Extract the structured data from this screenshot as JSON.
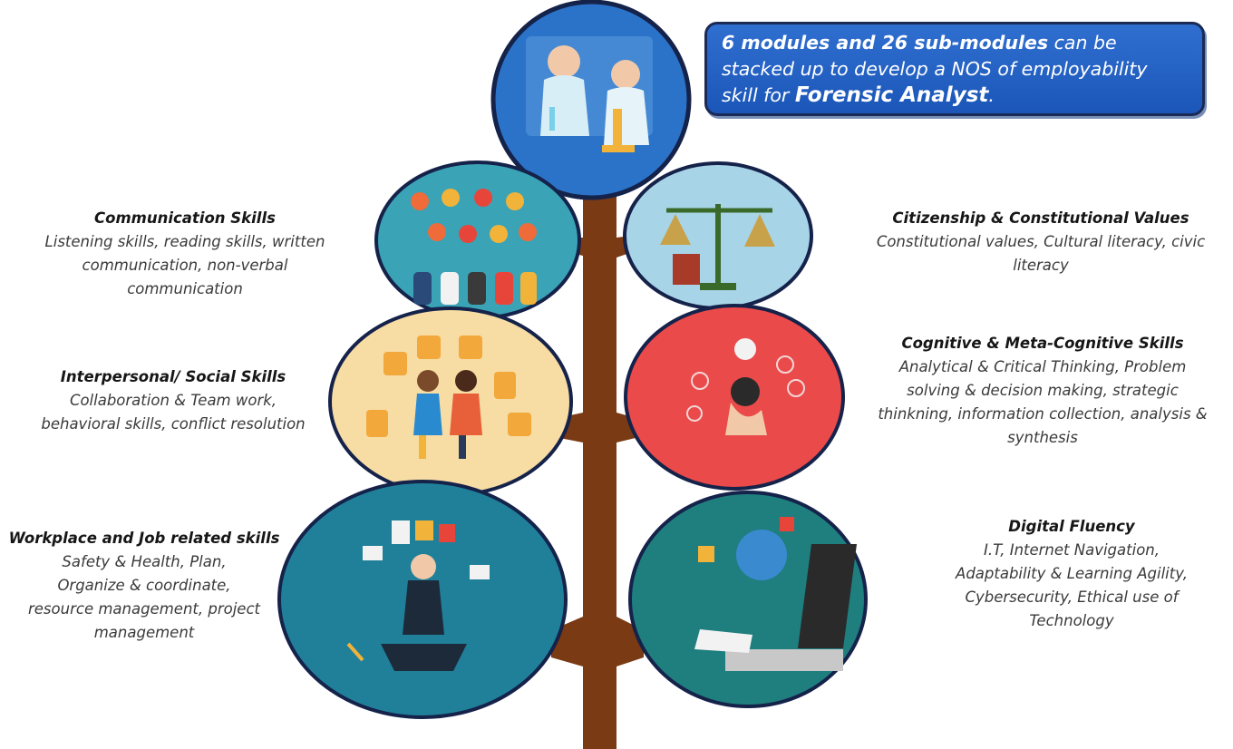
{
  "callout": {
    "bold_part": "6 modules and 26 sub-modules",
    "text_part": " can be stacked up to develop a NOS of employability skill for ",
    "role": "Forensic Analyst",
    "end": "."
  },
  "modules": {
    "communication": {
      "title": "Communication Skills",
      "lines": [
        "Listening skills, reading skills, written",
        "communication, non-verbal",
        "communication"
      ]
    },
    "interpersonal": {
      "title": "Interpersonal/ Social Skills",
      "lines": [
        "Collaboration & Team work,",
        "behavioral skills, conflict resolution"
      ]
    },
    "workplace": {
      "title": "Workplace and Job related skills",
      "lines": [
        "Safety & Health, Plan,",
        "Organize & coordinate,",
        "resource management, project",
        "management"
      ]
    },
    "citizenship": {
      "title": "Citizenship & Constitutional Values",
      "lines": [
        "Constitutional values, Cultural literacy, civic",
        "literacy"
      ]
    },
    "cognitive": {
      "title": "Cognitive & Meta-Cognitive Skills",
      "lines": [
        "Analytical & Critical Thinking, Problem",
        "solving & decision making, strategic",
        "thinkning, information collection, analysis &",
        "synthesis"
      ]
    },
    "digital": {
      "title": "Digital Fluency",
      "lines": [
        "I.T, Internet Navigation,",
        "Adaptability & Learning Agility,",
        "Cybersecurity, Ethical use of",
        "Technology"
      ]
    }
  },
  "colors": {
    "trunk": "#7a3a14",
    "callout_bg": "#1f5fc4",
    "top_circle": "#2a73c8",
    "communication_circle": "#3aa3b6",
    "citizenship_circle": "#a8d4e8",
    "interpersonal_circle": "#f7dca4",
    "cognitive_circle": "#ea4a4a",
    "workplace_circle": "#20809a",
    "digital_circle": "#1f7e7e"
  }
}
